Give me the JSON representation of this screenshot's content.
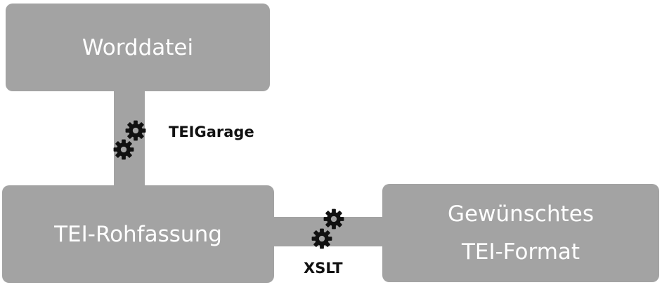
{
  "boxes": {
    "source": "Worddatei",
    "intermediate": "TEI-Rohfassung",
    "target_line1": "Gewünschtes",
    "target_line2": "TEI-Format"
  },
  "steps": {
    "first": "TEIGarage",
    "second": "XSLT"
  },
  "colors": {
    "box_fill": "#a3a3a3",
    "box_text": "#ffffff",
    "gear": "#111111",
    "label_text": "#111111"
  },
  "icons": [
    "gear-icon",
    "gear-icon",
    "gear-icon",
    "gear-icon"
  ]
}
